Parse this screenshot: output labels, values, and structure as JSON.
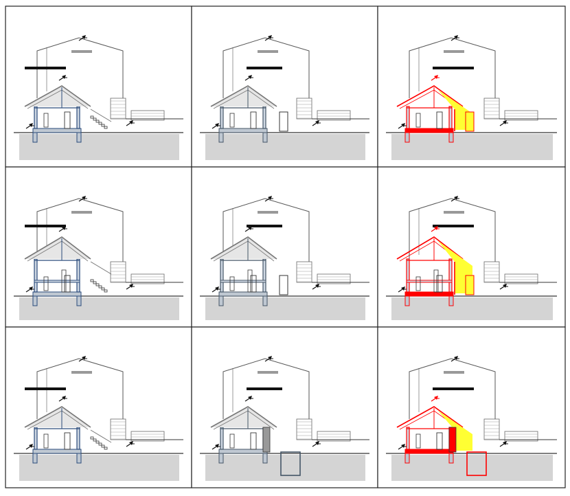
{
  "sheet": {
    "panels": [
      {
        "id": "r1c1",
        "row": 1,
        "col": 1,
        "variant": "existing",
        "storeys": 1,
        "highlight": false,
        "rear": "stair"
      },
      {
        "id": "r1c2",
        "row": 1,
        "col": 2,
        "variant": "project",
        "storeys": 1,
        "highlight": false,
        "rear": "wall"
      },
      {
        "id": "r1c3",
        "row": 1,
        "col": 3,
        "variant": "comparison",
        "storeys": 1,
        "highlight": true,
        "rear": "wall"
      },
      {
        "id": "r2c1",
        "row": 2,
        "col": 1,
        "variant": "existing",
        "storeys": 2,
        "highlight": false,
        "rear": "stair"
      },
      {
        "id": "r2c2",
        "row": 2,
        "col": 2,
        "variant": "project",
        "storeys": 2,
        "highlight": false,
        "rear": "wall"
      },
      {
        "id": "r2c3",
        "row": 2,
        "col": 3,
        "variant": "comparison",
        "storeys": 2,
        "highlight": true,
        "rear": "wall"
      },
      {
        "id": "r3c1",
        "row": 3,
        "col": 1,
        "variant": "existing",
        "storeys": 1,
        "highlight": false,
        "rear": "stair"
      },
      {
        "id": "r3c2",
        "row": 3,
        "col": 2,
        "variant": "project",
        "storeys": 1,
        "highlight": false,
        "rear": "basement"
      },
      {
        "id": "r3c3",
        "row": 3,
        "col": 3,
        "variant": "comparison",
        "storeys": 1,
        "highlight": true,
        "rear": "basement"
      }
    ],
    "colors": {
      "grid_border": "#222222",
      "outline": "#555555",
      "wall_existing": "#2a4a7a",
      "ground_fill": "#d4d4d4",
      "label_bar": "#111111",
      "demolition": "#ff0000",
      "new_construction": "#ffff33",
      "tag_gray": "#999999"
    }
  }
}
